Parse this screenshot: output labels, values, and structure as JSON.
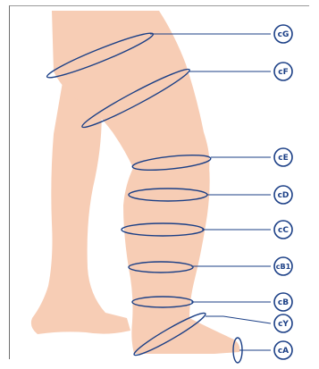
{
  "colors": {
    "leg_fill": "#f7cdb5",
    "line_color": "#1b3f86",
    "background": "#ffffff"
  },
  "measurement_points": [
    {
      "id": "cG",
      "label": "cG"
    },
    {
      "id": "cF",
      "label": "cF"
    },
    {
      "id": "cE",
      "label": "cE"
    },
    {
      "id": "cD",
      "label": "cD"
    },
    {
      "id": "cC",
      "label": "cC"
    },
    {
      "id": "cB1",
      "label": "cB1"
    },
    {
      "id": "cB",
      "label": "cB"
    },
    {
      "id": "cY",
      "label": "cY"
    },
    {
      "id": "cA",
      "label": "cA"
    }
  ]
}
